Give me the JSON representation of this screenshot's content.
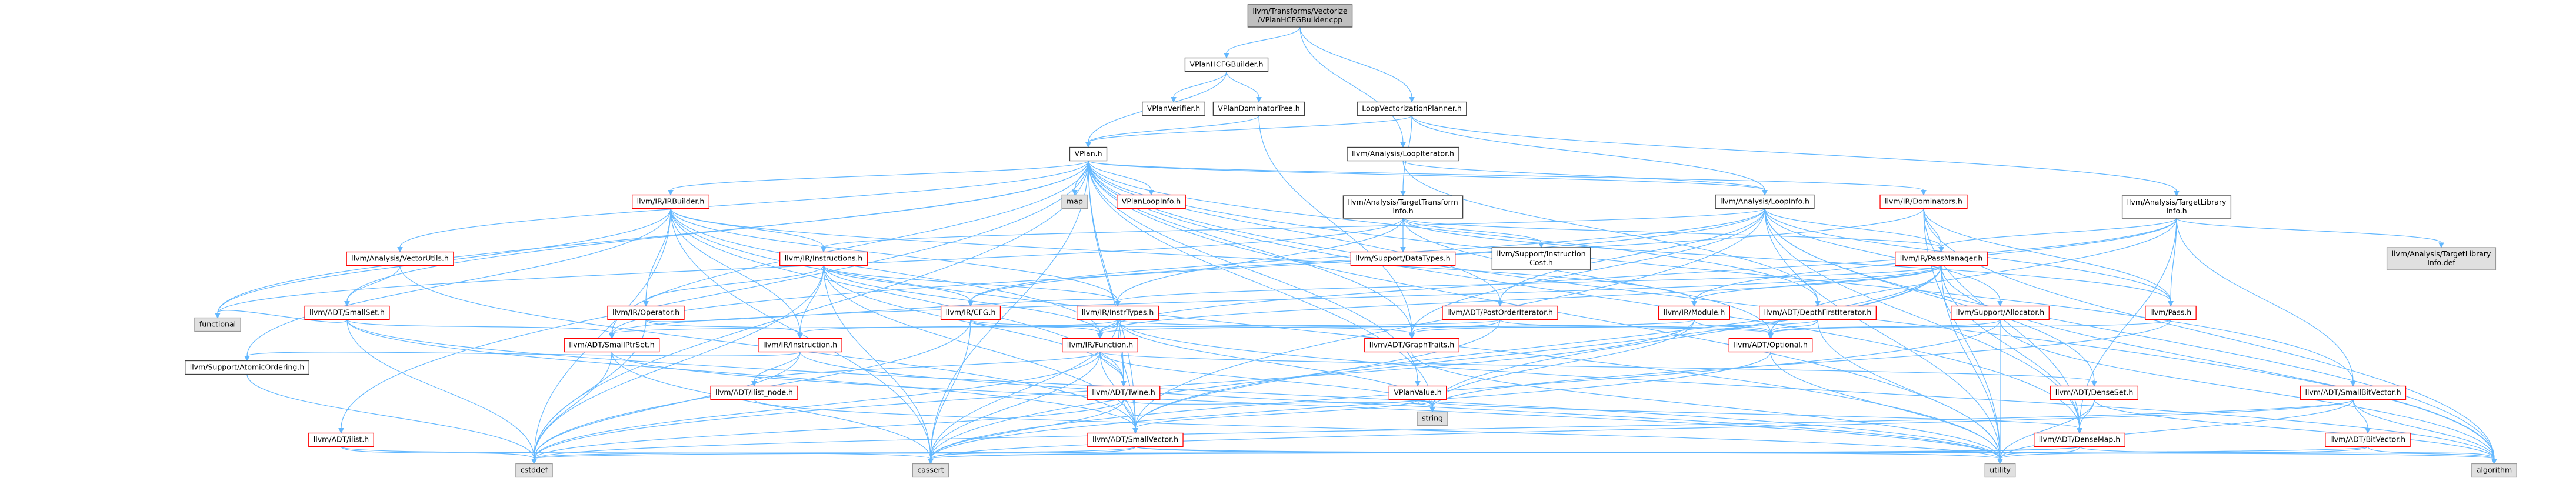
{
  "colors": {
    "root_fill": "#bfbfbf",
    "node_fill": "#ffffff",
    "node_border_black": "#404040",
    "node_border_red": "#ff0000",
    "system_fill": "#e0e0e0",
    "system_border": "#999999",
    "edge": "#63b8ff",
    "text": "#000000"
  },
  "nodes": [
    {
      "id": "root",
      "lines": [
        "llvm/Transforms/Vectorize",
        "/VPlanHCFGBuilder.cpp"
      ],
      "style": "root"
    },
    {
      "id": "hcfg",
      "lines": [
        "VPlanHCFGBuilder.h"
      ],
      "style": "black"
    },
    {
      "id": "lvp",
      "lines": [
        "LoopVectorizationPlanner.h"
      ],
      "style": "black"
    },
    {
      "id": "verifier",
      "lines": [
        "VPlanVerifier.h"
      ],
      "style": "black"
    },
    {
      "id": "domtree",
      "lines": [
        "VPlanDominatorTree.h"
      ],
      "style": "black"
    },
    {
      "id": "vplan",
      "lines": [
        "VPlan.h"
      ],
      "style": "black"
    },
    {
      "id": "loopiter",
      "lines": [
        "llvm/Analysis/LoopIterator.h"
      ],
      "style": "black"
    },
    {
      "id": "map",
      "lines": [
        "map"
      ],
      "style": "sys"
    },
    {
      "id": "looputils",
      "lines": [
        "VPlanLoopInfo.h"
      ],
      "style": "red"
    },
    {
      "id": "tti",
      "lines": [
        "llvm/Analysis/TargetTransform",
        "Info.h"
      ],
      "style": "black"
    },
    {
      "id": "irbuilder",
      "lines": [
        "llvm/IR/IRBuilder.h"
      ],
      "style": "red"
    },
    {
      "id": "loopinfo",
      "lines": [
        "llvm/Analysis/LoopInfo.h"
      ],
      "style": "black"
    },
    {
      "id": "dominators",
      "lines": [
        "llvm/IR/Dominators.h"
      ],
      "style": "red"
    },
    {
      "id": "tli",
      "lines": [
        "llvm/Analysis/TargetLibrary",
        "Info.h"
      ],
      "style": "black"
    },
    {
      "id": "vecutils",
      "lines": [
        "llvm/Analysis/VectorUtils.h"
      ],
      "style": "red"
    },
    {
      "id": "instructions",
      "lines": [
        "llvm/IR/Instructions.h"
      ],
      "style": "red"
    },
    {
      "id": "datatypes",
      "lines": [
        "llvm/Support/DataTypes.h"
      ],
      "style": "red"
    },
    {
      "id": "instcost",
      "lines": [
        "llvm/Support/Instruction",
        "Cost.h"
      ],
      "style": "black"
    },
    {
      "id": "passmanager",
      "lines": [
        "llvm/IR/PassManager.h"
      ],
      "style": "red"
    },
    {
      "id": "tlidef",
      "lines": [
        "llvm/Analysis/TargetLibrary",
        "Info.def"
      ],
      "style": "sys"
    },
    {
      "id": "smallset",
      "lines": [
        "llvm/ADT/SmallSet.h"
      ],
      "style": "red"
    },
    {
      "id": "operator",
      "lines": [
        "llvm/IR/Operator.h"
      ],
      "style": "red"
    },
    {
      "id": "cfg",
      "lines": [
        "llvm/IR/CFG.h"
      ],
      "style": "red"
    },
    {
      "id": "insttypes",
      "lines": [
        "llvm/IR/InstrTypes.h"
      ],
      "style": "red"
    },
    {
      "id": "postorder",
      "lines": [
        "llvm/ADT/PostOrderIterator.h"
      ],
      "style": "red"
    },
    {
      "id": "module",
      "lines": [
        "llvm/IR/Module.h"
      ],
      "style": "red"
    },
    {
      "id": "dfi",
      "lines": [
        "llvm/ADT/DepthFirstIterator.h"
      ],
      "style": "red"
    },
    {
      "id": "allocator",
      "lines": [
        "llvm/Support/Allocator.h"
      ],
      "style": "red"
    },
    {
      "id": "pass",
      "lines": [
        "llvm/Pass.h"
      ],
      "style": "red"
    },
    {
      "id": "functional",
      "lines": [
        "functional"
      ],
      "style": "sys"
    },
    {
      "id": "smallptrset",
      "lines": [
        "llvm/ADT/SmallPtrSet.h"
      ],
      "style": "red"
    },
    {
      "id": "instruction",
      "lines": [
        "llvm/IR/Instruction.h"
      ],
      "style": "red"
    },
    {
      "id": "function",
      "lines": [
        "llvm/IR/Function.h"
      ],
      "style": "red"
    },
    {
      "id": "graphtraits",
      "lines": [
        "llvm/ADT/GraphTraits.h"
      ],
      "style": "red"
    },
    {
      "id": "optional",
      "lines": [
        "llvm/ADT/Optional.h"
      ],
      "style": "red"
    },
    {
      "id": "atomicordering",
      "lines": [
        "llvm/Support/AtomicOrdering.h"
      ],
      "style": "black"
    },
    {
      "id": "ilistnode",
      "lines": [
        "llvm/ADT/ilist_node.h"
      ],
      "style": "red"
    },
    {
      "id": "twine",
      "lines": [
        "llvm/ADT/Twine.h"
      ],
      "style": "red"
    },
    {
      "id": "vpvalue",
      "lines": [
        "VPlanValue.h"
      ],
      "style": "red"
    },
    {
      "id": "densemapset",
      "lines": [
        "llvm/ADT/DenseSet.h"
      ],
      "style": "red"
    },
    {
      "id": "smallbitvector",
      "lines": [
        "llvm/ADT/SmallBitVector.h"
      ],
      "style": "red"
    },
    {
      "id": "ilist",
      "lines": [
        "llvm/ADT/ilist.h"
      ],
      "style": "red"
    },
    {
      "id": "smallvector",
      "lines": [
        "llvm/ADT/SmallVector.h"
      ],
      "style": "red"
    },
    {
      "id": "string",
      "lines": [
        "string"
      ],
      "style": "sys"
    },
    {
      "id": "densemap",
      "lines": [
        "llvm/ADT/DenseMap.h"
      ],
      "style": "red"
    },
    {
      "id": "bitvector",
      "lines": [
        "llvm/ADT/BitVector.h"
      ],
      "style": "red"
    },
    {
      "id": "cstddef",
      "lines": [
        "cstddef"
      ],
      "style": "sys"
    },
    {
      "id": "cassert",
      "lines": [
        "cassert"
      ],
      "style": "sys"
    },
    {
      "id": "utility",
      "lines": [
        "utility"
      ],
      "style": "sys"
    },
    {
      "id": "algorithm",
      "lines": [
        "algorithm"
      ],
      "style": "sys"
    }
  ],
  "edges": [
    [
      "root",
      "hcfg"
    ],
    [
      "root",
      "lvp"
    ],
    [
      "root",
      "loopiter"
    ],
    [
      "hcfg",
      "verifier"
    ],
    [
      "hcfg",
      "domtree"
    ],
    [
      "hcfg",
      "vplan"
    ],
    [
      "lvp",
      "vplan"
    ],
    [
      "lvp",
      "loopinfo"
    ],
    [
      "lvp",
      "tti"
    ],
    [
      "lvp",
      "tli"
    ],
    [
      "domtree",
      "vplan"
    ],
    [
      "domtree",
      "graphtraits"
    ],
    [
      "loopiter",
      "loopinfo"
    ],
    [
      "loopiter",
      "dfi"
    ],
    [
      "vplan",
      "map"
    ],
    [
      "vplan",
      "looputils"
    ],
    [
      "vplan",
      "irbuilder"
    ],
    [
      "vplan",
      "loopinfo"
    ],
    [
      "vplan",
      "dominators"
    ],
    [
      "vplan",
      "vecutils"
    ],
    [
      "vplan",
      "smallset"
    ],
    [
      "vplan",
      "smallptrset"
    ],
    [
      "vplan",
      "smallvector"
    ],
    [
      "vplan",
      "twine"
    ],
    [
      "vplan",
      "ilist"
    ],
    [
      "vplan",
      "vpvalue"
    ],
    [
      "vplan",
      "densemap"
    ],
    [
      "vplan",
      "smallbitvector"
    ],
    [
      "vplan",
      "postorder"
    ],
    [
      "vplan",
      "dfi"
    ],
    [
      "vplan",
      "graphtraits"
    ],
    [
      "vplan",
      "string"
    ],
    [
      "vplan",
      "cstddef"
    ],
    [
      "vplan",
      "cassert"
    ],
    [
      "vplan",
      "algorithm"
    ],
    [
      "vplan",
      "utility"
    ],
    [
      "vplan",
      "functional"
    ],
    [
      "tti",
      "datatypes"
    ],
    [
      "tti",
      "instcost"
    ],
    [
      "tti",
      "passmanager"
    ],
    [
      "tti",
      "pass"
    ],
    [
      "tti",
      "insttypes"
    ],
    [
      "tti",
      "optional"
    ],
    [
      "tti",
      "functional"
    ],
    [
      "irbuilder",
      "instructions"
    ],
    [
      "irbuilder",
      "operator"
    ],
    [
      "irbuilder",
      "insttypes"
    ],
    [
      "irbuilder",
      "function"
    ],
    [
      "irbuilder",
      "module"
    ],
    [
      "irbuilder",
      "twine"
    ],
    [
      "irbuilder",
      "instruction"
    ],
    [
      "irbuilder",
      "atomicordering"
    ],
    [
      "irbuilder",
      "cstddef"
    ],
    [
      "irbuilder",
      "cassert"
    ],
    [
      "irbuilder",
      "functional"
    ],
    [
      "irbuilder",
      "utility"
    ],
    [
      "loopinfo",
      "passmanager"
    ],
    [
      "loopinfo",
      "pass"
    ],
    [
      "loopinfo",
      "cfg"
    ],
    [
      "loopinfo",
      "instructions"
    ],
    [
      "loopinfo",
      "densemapset"
    ],
    [
      "loopinfo",
      "smallptrset"
    ],
    [
      "loopinfo",
      "smallvector"
    ],
    [
      "loopinfo",
      "graphtraits"
    ],
    [
      "loopinfo",
      "postorder"
    ],
    [
      "loopinfo",
      "allocator"
    ],
    [
      "loopinfo",
      "algorithm"
    ],
    [
      "loopinfo",
      "utility"
    ],
    [
      "loopinfo",
      "densemap"
    ],
    [
      "dominators",
      "passmanager"
    ],
    [
      "dominators",
      "pass"
    ],
    [
      "dominators",
      "cfg"
    ],
    [
      "dominators",
      "densemap"
    ],
    [
      "dominators",
      "utility"
    ],
    [
      "dominators",
      "algorithm"
    ],
    [
      "tli",
      "tlidef"
    ],
    [
      "tli",
      "passmanager"
    ],
    [
      "tli",
      "pass"
    ],
    [
      "tli",
      "optional"
    ],
    [
      "tli",
      "densemap"
    ],
    [
      "tli",
      "smallbitvector"
    ],
    [
      "tli",
      "function"
    ],
    [
      "tli",
      "module"
    ],
    [
      "vecutils",
      "smallset"
    ],
    [
      "vecutils",
      "smallvector"
    ],
    [
      "instructions",
      "operator"
    ],
    [
      "instructions",
      "insttypes"
    ],
    [
      "instructions",
      "instruction"
    ],
    [
      "instructions",
      "function"
    ],
    [
      "instructions",
      "cfg"
    ],
    [
      "instructions",
      "twine"
    ],
    [
      "instructions",
      "smallvector"
    ],
    [
      "instructions",
      "cstddef"
    ],
    [
      "instructions",
      "cassert"
    ],
    [
      "passmanager",
      "module"
    ],
    [
      "passmanager",
      "function"
    ],
    [
      "passmanager",
      "densemap"
    ],
    [
      "passmanager",
      "smallptrset"
    ],
    [
      "passmanager",
      "smallvector"
    ],
    [
      "passmanager",
      "string"
    ],
    [
      "passmanager",
      "utility"
    ],
    [
      "passmanager",
      "algorithm"
    ],
    [
      "passmanager",
      "cassert"
    ],
    [
      "passmanager",
      "insttypes"
    ],
    [
      "smallset",
      "smallptrset"
    ],
    [
      "smallset",
      "smallvector"
    ],
    [
      "smallset",
      "functional"
    ],
    [
      "smallset",
      "utility"
    ],
    [
      "smallset",
      "cstddef"
    ],
    [
      "operator",
      "instruction"
    ],
    [
      "operator",
      "insttypes"
    ],
    [
      "operator",
      "cstddef"
    ],
    [
      "cfg",
      "function"
    ],
    [
      "cfg",
      "graphtraits"
    ],
    [
      "cfg",
      "cassert"
    ],
    [
      "cfg",
      "cstddef"
    ],
    [
      "insttypes",
      "instruction"
    ],
    [
      "insttypes",
      "function"
    ],
    [
      "insttypes",
      "twine"
    ],
    [
      "insttypes",
      "smallvector"
    ],
    [
      "insttypes",
      "optional"
    ],
    [
      "insttypes",
      "algorithm"
    ],
    [
      "insttypes",
      "cassert"
    ],
    [
      "insttypes",
      "string"
    ],
    [
      "postorder",
      "graphtraits"
    ],
    [
      "postorder",
      "optional"
    ],
    [
      "postorder",
      "smallptrset"
    ],
    [
      "postorder",
      "smallvector"
    ],
    [
      "module",
      "function"
    ],
    [
      "module",
      "optional"
    ],
    [
      "module",
      "string"
    ],
    [
      "module",
      "cstddef"
    ],
    [
      "dfi",
      "graphtraits"
    ],
    [
      "dfi",
      "optional"
    ],
    [
      "dfi",
      "utility"
    ],
    [
      "allocator",
      "optional"
    ],
    [
      "allocator",
      "algorithm"
    ],
    [
      "allocator",
      "cassert"
    ],
    [
      "allocator",
      "utility"
    ],
    [
      "pass",
      "optional"
    ],
    [
      "pass",
      "string"
    ],
    [
      "smallptrset",
      "cassert"
    ],
    [
      "smallptrset",
      "cstddef"
    ],
    [
      "smallptrset",
      "utility"
    ],
    [
      "instruction",
      "ilistnode"
    ],
    [
      "instruction",
      "atomicordering"
    ],
    [
      "instruction",
      "utility"
    ],
    [
      "instruction",
      "cstddef"
    ],
    [
      "function",
      "twine"
    ],
    [
      "function",
      "smallvector"
    ],
    [
      "function",
      "densemapset"
    ],
    [
      "function",
      "ilistnode"
    ],
    [
      "function",
      "cassert"
    ],
    [
      "function",
      "cstddef"
    ],
    [
      "function",
      "string"
    ],
    [
      "graphtraits",
      "utility"
    ],
    [
      "optional",
      "cassert"
    ],
    [
      "optional",
      "utility"
    ],
    [
      "atomicordering",
      "cstddef"
    ],
    [
      "ilistnode",
      "utility"
    ],
    [
      "twine",
      "smallvector"
    ],
    [
      "twine",
      "cassert"
    ],
    [
      "twine",
      "string"
    ],
    [
      "twine",
      "cstddef"
    ],
    [
      "vpvalue",
      "densemap"
    ],
    [
      "vpvalue",
      "smallvector"
    ],
    [
      "vpvalue",
      "string"
    ],
    [
      "densemapset",
      "densemap"
    ],
    [
      "densemapset",
      "utility"
    ],
    [
      "densemapset",
      "algorithm"
    ],
    [
      "smallbitvector",
      "bitvector"
    ],
    [
      "smallbitvector",
      "cassert"
    ],
    [
      "smallbitvector",
      "utility"
    ],
    [
      "smallbitvector",
      "algorithm"
    ],
    [
      "smallbitvector",
      "cstddef"
    ],
    [
      "ilist",
      "cstddef"
    ],
    [
      "ilist",
      "cassert"
    ],
    [
      "smallvector",
      "cassert"
    ],
    [
      "smallvector",
      "cstddef"
    ],
    [
      "smallvector",
      "utility"
    ],
    [
      "smallvector",
      "algorithm"
    ],
    [
      "densemap",
      "utility"
    ],
    [
      "densemap",
      "algorithm"
    ],
    [
      "densemap",
      "cassert"
    ],
    [
      "densemap",
      "cstddef"
    ],
    [
      "bitvector",
      "algorithm"
    ],
    [
      "bitvector",
      "cassert"
    ],
    [
      "bitvector",
      "utility"
    ]
  ]
}
